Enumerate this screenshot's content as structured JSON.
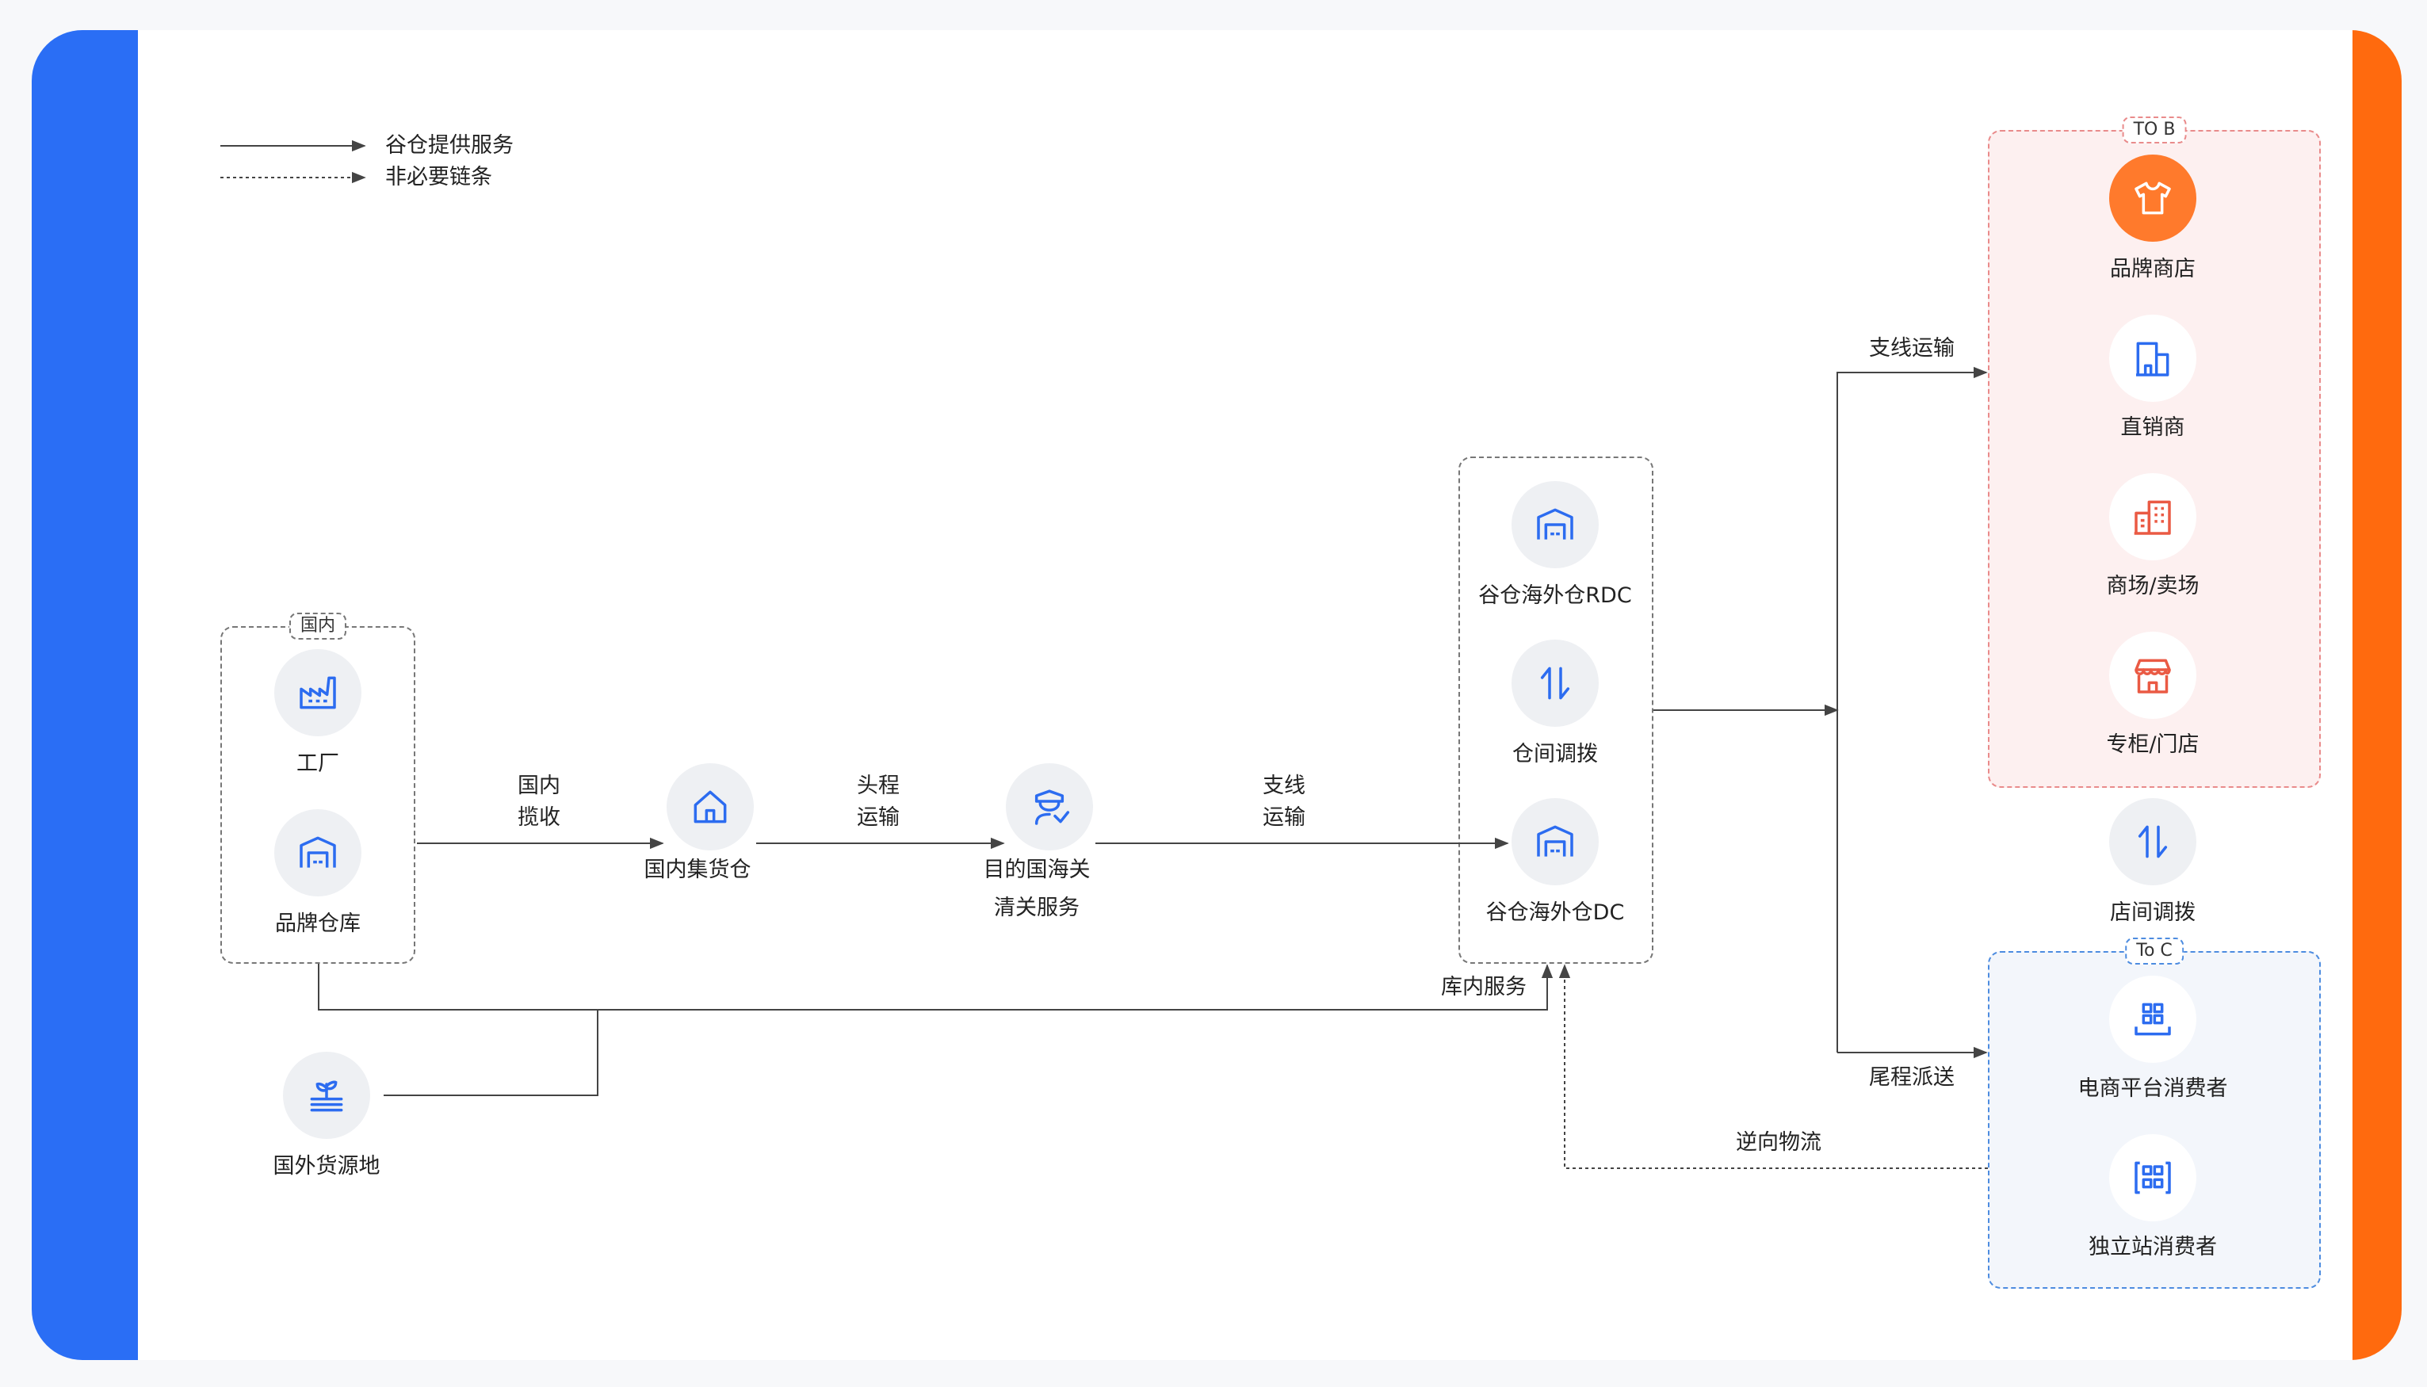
{
  "colors": {
    "left_accent": "#2a6ef5",
    "right_accent": "#ff6a0e",
    "icon_blue": "#2c6cf0",
    "icon_red": "#ea5a44",
    "icon_orange_bg": "#ff7a2c",
    "tob_bg": "#fdf0f0",
    "tob_border": "#e98b8b",
    "toc_bg": "#f3f6fb",
    "toc_border": "#4d8ce0"
  },
  "legend": {
    "solid_label": "谷仓提供服务",
    "dotted_label": "非必要链条"
  },
  "groups": {
    "domestic_tag": "国内",
    "tob_tag": "TO B",
    "toc_tag": "To C"
  },
  "nodes": {
    "factory": {
      "label": "工厂",
      "icon": "factory-icon"
    },
    "brand_warehouse": {
      "label": "品牌仓库",
      "icon": "warehouse-icon"
    },
    "overseas_source": {
      "label": "国外货源地",
      "icon": "sprout-icon"
    },
    "consolidation": {
      "label": "国内集货仓",
      "icon": "home-icon"
    },
    "customs": {
      "label_line1": "目的国海关",
      "label_line2": "清关服务",
      "icon": "customs-officer-icon"
    },
    "rdc": {
      "label": "谷仓海外仓RDC",
      "icon": "warehouse-icon"
    },
    "transfer": {
      "label": "仓间调拨",
      "icon": "swap-arrows-icon"
    },
    "dc": {
      "label": "谷仓海外仓DC",
      "icon": "warehouse-icon"
    },
    "brand_store": {
      "label": "品牌商店",
      "icon": "tshirt-icon"
    },
    "distributor": {
      "label": "直销商",
      "icon": "building-icon"
    },
    "mall": {
      "label": "商场/卖场",
      "icon": "mall-icon"
    },
    "counter": {
      "label": "专柜/门店",
      "icon": "storefront-icon"
    },
    "store_transfer": {
      "label": "店间调拨",
      "icon": "swap-arrows-icon"
    },
    "ecom_consumer": {
      "label": "电商平台消费者",
      "icon": "grid-platform-icon"
    },
    "site_consumer": {
      "label": "独立站消费者",
      "icon": "grid-site-icon"
    }
  },
  "edges": {
    "domestic_pickup_1": "国内",
    "domestic_pickup_2": "揽收",
    "first_leg_1": "头程",
    "first_leg_2": "运输",
    "branch_1": "支线",
    "branch_2": "运输",
    "in_warehouse": "库内服务",
    "branch_transport": "支线运输",
    "last_mile": "尾程派送",
    "reverse_logistics": "逆向物流"
  }
}
